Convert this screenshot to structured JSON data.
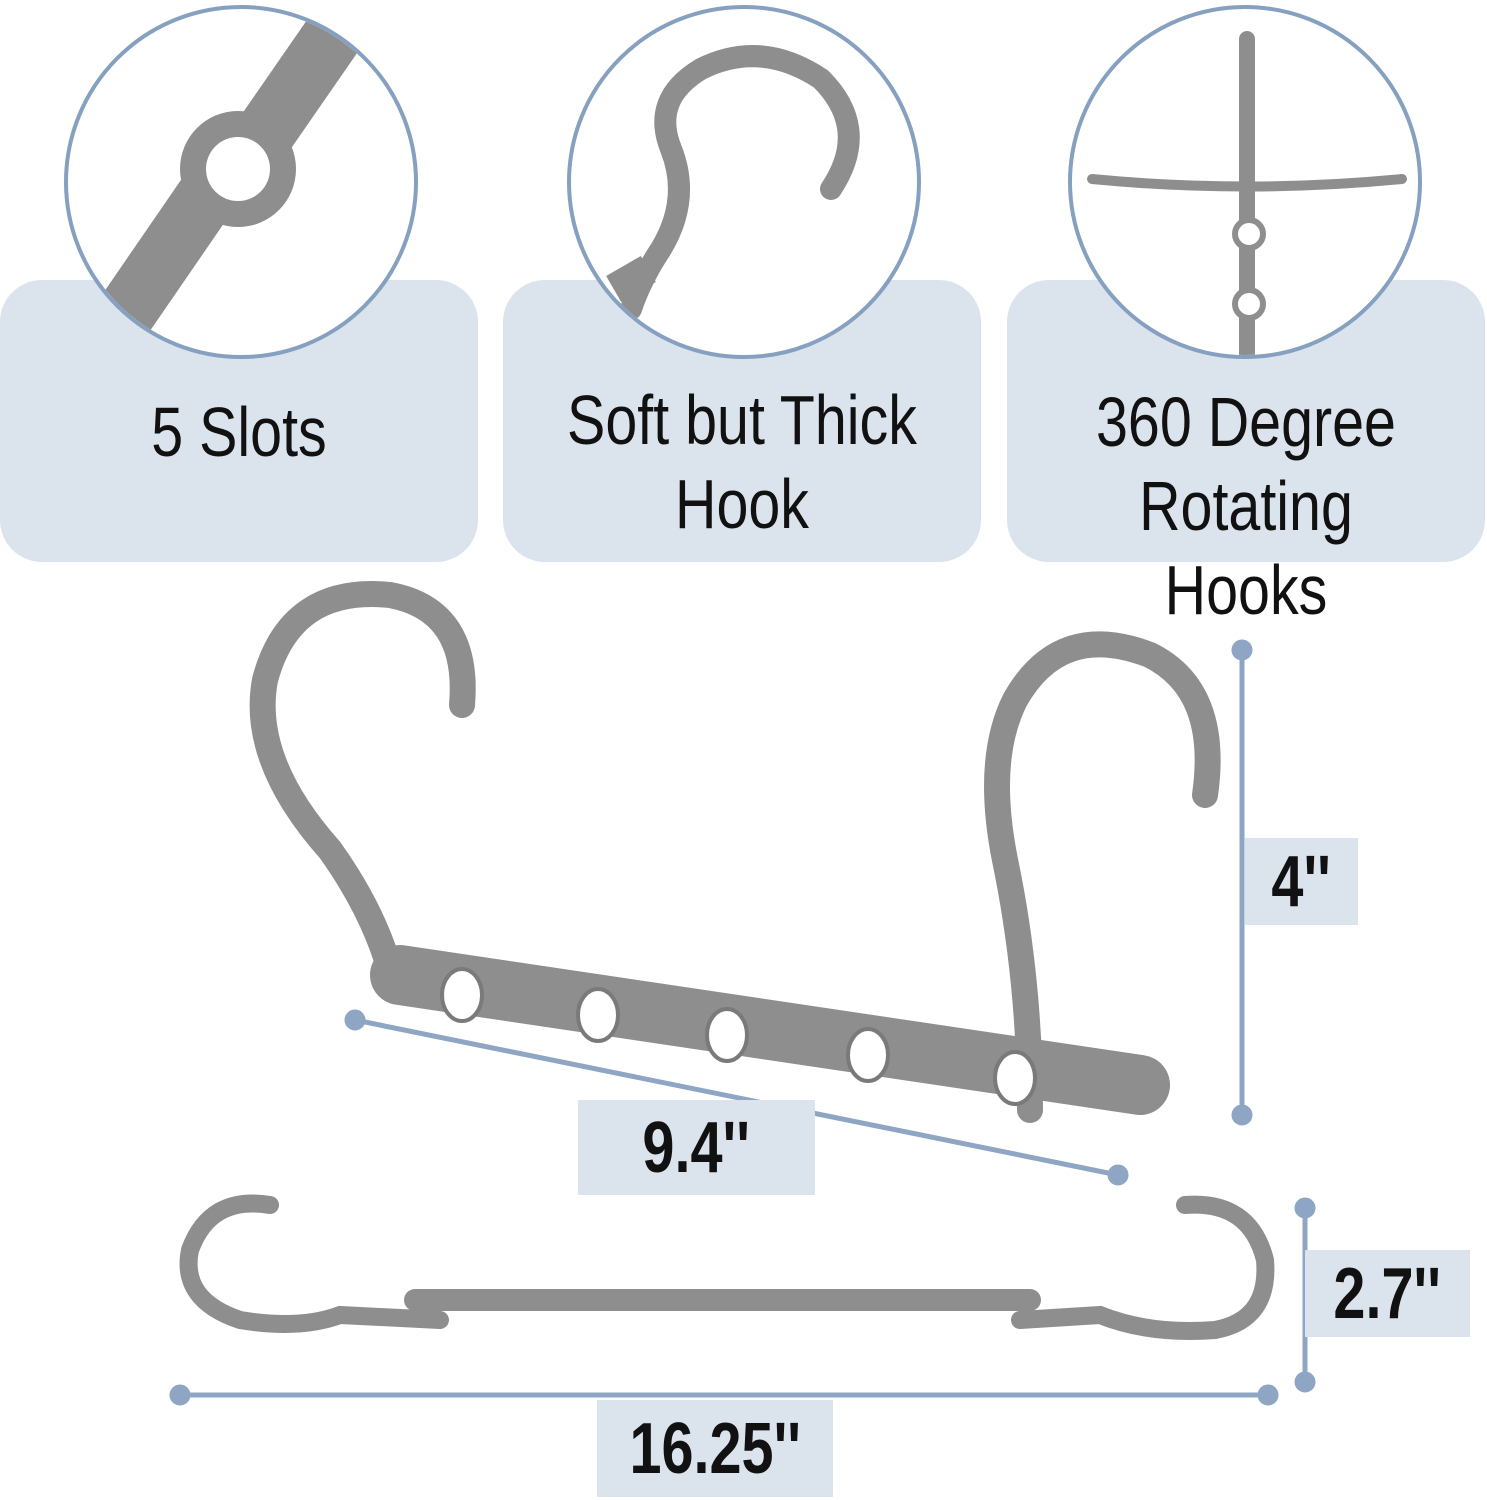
{
  "features": [
    {
      "label": "5 Slots",
      "icon": "slot-closeup-icon"
    },
    {
      "label": "Soft but Thick Hook",
      "line1": "Soft but Thick",
      "line2": "Hook",
      "icon": "hook-closeup-icon"
    },
    {
      "label": "360 Degree Rotating Hooks",
      "line1": "360 Degree",
      "line2": "Rotating Hooks",
      "icon": "rotating-hook-icon"
    }
  ],
  "dimensions": {
    "height": "4''",
    "bar_length": "9.4''",
    "folded_height": "2.7''",
    "total_length": "16.25''"
  },
  "colors": {
    "panel": "#dbe3ec",
    "accent": "#86a0c0",
    "hanger": "#8e8e8e"
  }
}
